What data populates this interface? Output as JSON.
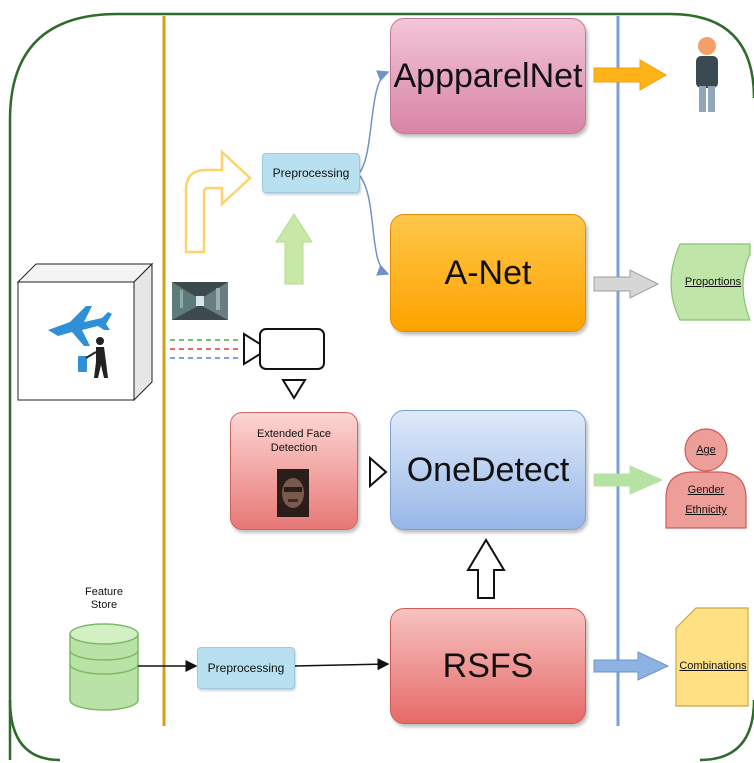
{
  "nodes": {
    "apparelnet": "AppparelNet",
    "anet": "A-Net",
    "onedetect": "OneDetect",
    "rsfs": "RSFS",
    "preprocessing_top": "Preprocessing",
    "preprocessing_bottom": "Preprocessing",
    "extended_face_detection_line1": "Extended Face",
    "extended_face_detection_line2": "Detection",
    "feature_store_line1": "Feature",
    "feature_store_line2": "Store"
  },
  "outputs": {
    "proportions": "Proportions",
    "age": "Age",
    "gender": "Gender",
    "ethnicity": "Ethnicity",
    "combinations": "Combinations"
  },
  "icons": {
    "source": "airport-traveler-icon",
    "person": "person-icon",
    "camera": "video-camera-icon",
    "database": "database-icon",
    "face": "face-thumbnail",
    "scene": "corridor-thumbnail"
  },
  "colors": {
    "frame": "#2f6b2a",
    "left_divider": "#d4a017",
    "right_divider": "#7b9fd4",
    "apparel_arrow": "#ffb21a",
    "proportion_arrow": "#c8c8c8",
    "age_arrow": "#a9dd96",
    "combo_arrow": "#8db3e2"
  }
}
